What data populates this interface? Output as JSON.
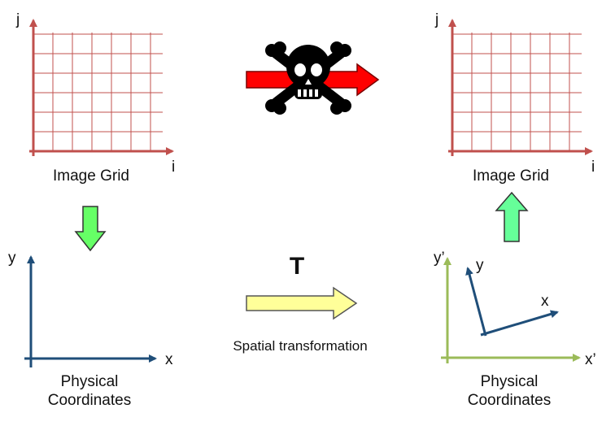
{
  "colors": {
    "grid_red": "#c0504d",
    "axis_blue": "#1f4e79",
    "axis_green": "#9bbb59",
    "down_arrow_fill": "#66ff66",
    "up_arrow_fill": "#66ff99",
    "transform_arrow_fill": "#ffff99",
    "forbidden_arrow_fill": "#ff0000"
  },
  "left_grid": {
    "x_label": "i",
    "y_label": "j",
    "caption": "Image Grid"
  },
  "right_grid": {
    "x_label": "i",
    "y_label": "j",
    "caption": "Image Grid"
  },
  "left_physical": {
    "x_label": "x",
    "y_label": "y",
    "caption_line1": "Physical",
    "caption_line2": "Coordinates"
  },
  "right_physical": {
    "outer_x_label": "x’",
    "outer_y_label": "y’",
    "inner_x_label": "x",
    "inner_y_label": "y",
    "caption_line1": "Physical",
    "caption_line2": "Coordinates"
  },
  "transform": {
    "symbol": "T",
    "caption": "Spatial transformation"
  },
  "icons": {
    "forbidden": "skull-crossbones-icon",
    "down": "arrow-down-icon",
    "up": "arrow-up-icon",
    "transform": "arrow-right-icon"
  }
}
